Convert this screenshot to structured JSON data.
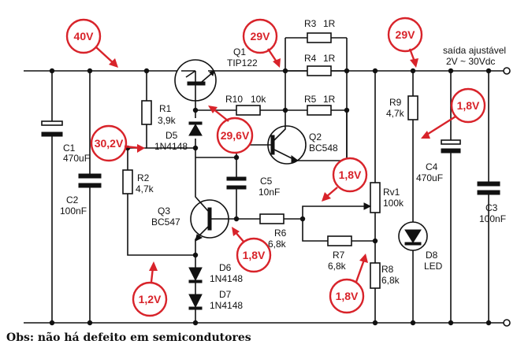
{
  "output": {
    "label": "saída ajustável",
    "range": "2V ~ 30Vdc"
  },
  "note": "Obs: não há defeito em semicondutores",
  "components": {
    "c1": {
      "name": "C1",
      "value": "470uF"
    },
    "c2": {
      "name": "C2",
      "value": "100nF"
    },
    "r1": {
      "name": "R1",
      "value": "3,9k"
    },
    "r2": {
      "name": "R2",
      "value": "4,7k"
    },
    "d5": {
      "name": "D5",
      "value": "1N4148"
    },
    "q1": {
      "name": "Q1",
      "value": "TIP122"
    },
    "q2": {
      "name": "Q2",
      "value": "BC548"
    },
    "q3": {
      "name": "Q3",
      "value": "BC547"
    },
    "r10": {
      "name": "R10",
      "value": "10k"
    },
    "r3": {
      "name": "R3",
      "value": "1R"
    },
    "r4": {
      "name": "R4",
      "value": "1R"
    },
    "r5": {
      "name": "R5",
      "value": "1R"
    },
    "c5": {
      "name": "C5",
      "value": "10nF"
    },
    "r6": {
      "name": "R6",
      "value": "6,8k"
    },
    "r7": {
      "name": "R7",
      "value": "6,8k"
    },
    "rv1": {
      "name": "Rv1",
      "value": "100k"
    },
    "r8": {
      "name": "R8",
      "value": "6,8k"
    },
    "r9": {
      "name": "R9",
      "value": "4,7k"
    },
    "d6": {
      "name": "D6",
      "value": "1N4148"
    },
    "d7": {
      "name": "D7",
      "value": "1N4148"
    },
    "c4": {
      "name": "C4",
      "value": "470uF"
    },
    "c3": {
      "name": "C3",
      "value": "100nF"
    },
    "d8": {
      "name": "D8",
      "value": "LED"
    }
  },
  "voltages": {
    "v_input": "40V",
    "v_q1_emitter": "29V",
    "v_output": "29V",
    "v_q3_collector": "30,2V",
    "v_q2_base": "29,6V",
    "v_c4": "1,8V",
    "v_rv1": "1,8V",
    "v_q3_base": "1,8V",
    "v_q3_emitter": "1,2V",
    "v_r8": "1,8V"
  },
  "colors": {
    "annotation": "#d8232a",
    "ink": "#111111"
  }
}
